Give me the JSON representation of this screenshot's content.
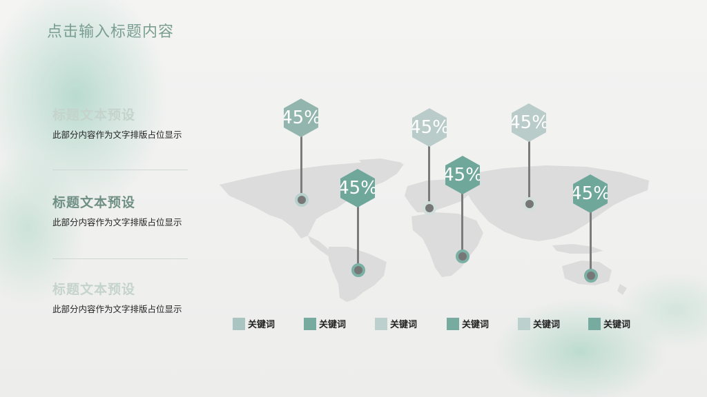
{
  "title": "点击输入标题内容",
  "sections": [
    {
      "heading": "标题文本预设",
      "desc": "此部分内容作为文字排版占位显示"
    },
    {
      "heading": "标题文本预设",
      "desc": "此部分内容作为文字排版占位显示"
    },
    {
      "heading": "标题文本预设",
      "desc": "此部分内容作为文字排版占位显示"
    }
  ],
  "pins": [
    {
      "label": "45%",
      "color": "#92b6ae",
      "region": "north-america"
    },
    {
      "label": "45%",
      "color": "#6fa79a",
      "region": "south-america"
    },
    {
      "label": "45%",
      "color": "#b9ccca",
      "region": "europe"
    },
    {
      "label": "45%",
      "color": "#6fa79a",
      "region": "africa"
    },
    {
      "label": "45%",
      "color": "#b9ccca",
      "region": "asia"
    },
    {
      "label": "45%",
      "color": "#6fa79a",
      "region": "australia"
    }
  ],
  "legend": [
    {
      "label": "关键词",
      "color": "#a9c4c1"
    },
    {
      "label": "关键词",
      "color": "#78ab9f"
    },
    {
      "label": "关键词",
      "color": "#bcd0ce"
    },
    {
      "label": "关键词",
      "color": "#78ab9f"
    },
    {
      "label": "关键词",
      "color": "#bcd0ce"
    },
    {
      "label": "关键词",
      "color": "#78ab9f"
    }
  ]
}
